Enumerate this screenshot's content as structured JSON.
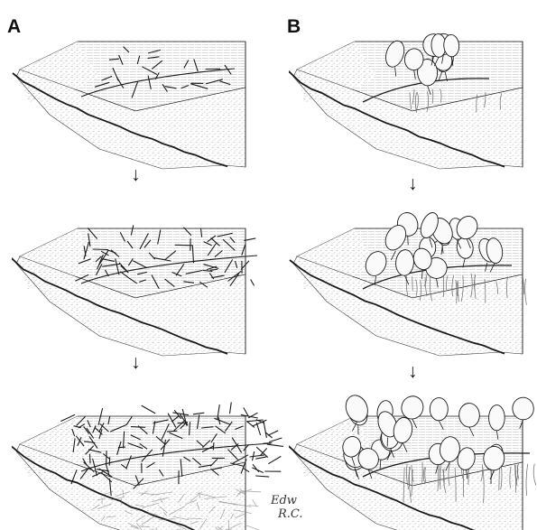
{
  "panels": [
    {
      "id": "A",
      "label": "A",
      "plant": "needle",
      "stages": 3
    },
    {
      "id": "B",
      "label": "B",
      "plant": "leafy",
      "stages": 3
    }
  ],
  "arrow_symbol": "↓",
  "signature_lines": [
    "Edw",
    "R.C."
  ],
  "colors": {
    "ink": "#1a1a1a",
    "stipple": "#8a8a8a",
    "paper": "#ffffff",
    "roots": "#777777"
  }
}
